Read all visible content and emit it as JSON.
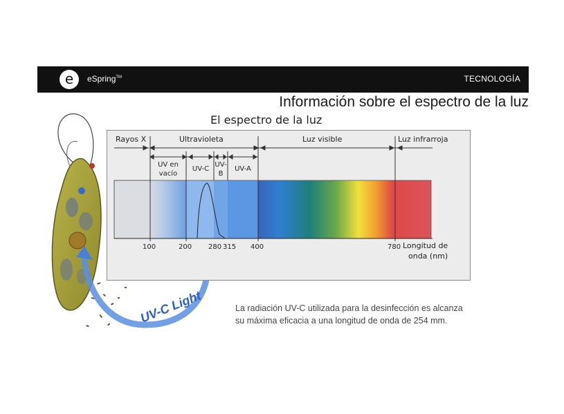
{
  "header": {
    "logo_letter": "e",
    "brand": "eSpring",
    "brand_tm": "TM",
    "section": "TECNOLOGÍA",
    "bar_color": "#111111"
  },
  "page_title": "Información sobre el espectro de la luz",
  "diagram": {
    "title": "El espectro de la luz",
    "regions": {
      "xray": "Rayos X",
      "uv": "Ultravioleta",
      "visible": "Luz visible",
      "infrared": "Luz infrarroja"
    },
    "uv_bands": {
      "vacuum_line1": "UV en",
      "vacuum_line2": "vacío",
      "uvc": "UV-C",
      "uvb_line1": "UV-",
      "uvb_line2": "B",
      "uva": "UV-A"
    },
    "ticks": {
      "t100": "100",
      "t200": "200",
      "t280": "280",
      "t315": "315",
      "t400": "400",
      "t780": "780"
    },
    "axis_label_line1": "Longitud de",
    "axis_label_line2": "onda (nm)"
  },
  "illustration": {
    "uvc_label": "UV-C Light",
    "uvc_color": "#2f5fb8"
  },
  "caption": {
    "line1": "La radiación UV-C utilizada para la desinfección es alcanza",
    "line2": "su máxima eficacia a una longitud de onda de 254 mm."
  }
}
